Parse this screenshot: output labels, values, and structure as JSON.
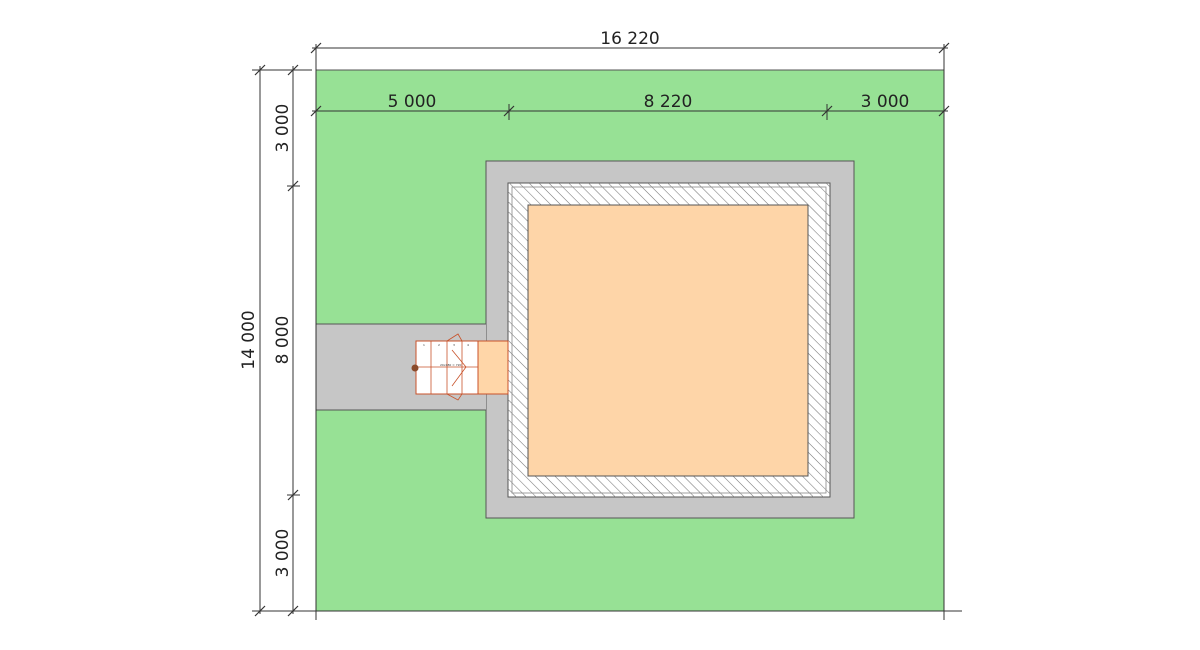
{
  "dimensions": {
    "overall_width": "16 220",
    "overall_height": "14 000",
    "left_setback": "5 000",
    "house_width": "8 220",
    "right_setback": "3 000",
    "top_setback": "3 000",
    "house_depth": "8 000",
    "bottom_setback": "3 000"
  },
  "stair_steps": [
    "1",
    "2",
    "3",
    "4"
  ],
  "stair_note": "20x180 = 720",
  "colors": {
    "lawn": "#97e195",
    "paving": "#c6c6c6",
    "wall": "#ffffff",
    "interior": "#fed5a8",
    "stair_outline": "#c8522a",
    "stair_entry": "#ffd6a8",
    "stair_node": "#8a4a2a",
    "outline": "#555555"
  }
}
